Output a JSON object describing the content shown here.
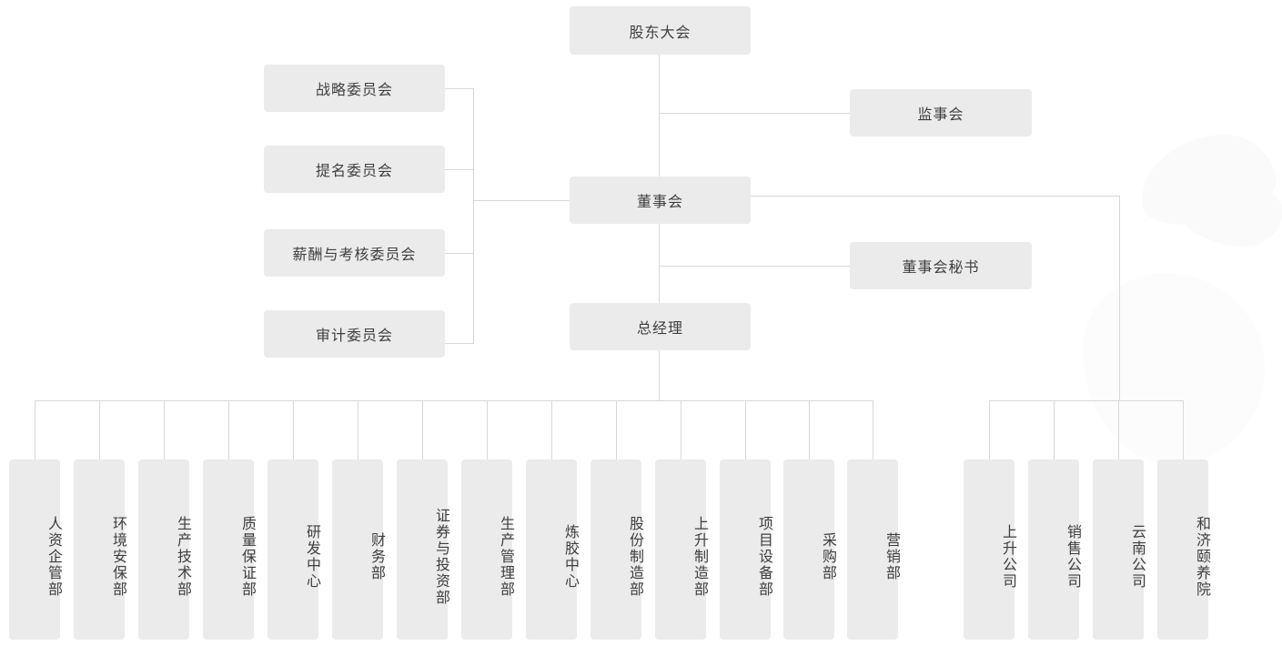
{
  "chart": {
    "type": "org-chart",
    "title": "",
    "colors": {
      "box_fill": "#ebebeb",
      "box_text": "#3f3f3f",
      "connector": "#d8d8d8",
      "background": "#ffffff"
    }
  },
  "nodes": {
    "shareholders_meeting": "股东大会",
    "supervisory_board": "监事会",
    "board_of_directors": "董事会",
    "board_secretary": "董事会秘书",
    "general_manager": "总经理"
  },
  "committees": [
    {
      "label": "战略委员会"
    },
    {
      "label": "提名委员会"
    },
    {
      "label": "薪酬与考核委员会"
    },
    {
      "label": "审计委员会"
    }
  ],
  "departments": [
    {
      "label": "人资企管部"
    },
    {
      "label": "环境安保部"
    },
    {
      "label": "生产技术部"
    },
    {
      "label": "质量保证部"
    },
    {
      "label": "研发中心"
    },
    {
      "label": "财务部"
    },
    {
      "label": "证券与投资部"
    },
    {
      "label": "生产管理部"
    },
    {
      "label": "炼胶中心"
    },
    {
      "label": "股份制造部"
    },
    {
      "label": "上升制造部"
    },
    {
      "label": "项目设备部"
    },
    {
      "label": "采购部"
    },
    {
      "label": "营销部"
    }
  ],
  "subsidiaries": [
    {
      "label": "上升公司"
    },
    {
      "label": "销售公司"
    },
    {
      "label": "云南公司"
    },
    {
      "label": "和济颐养院"
    }
  ]
}
